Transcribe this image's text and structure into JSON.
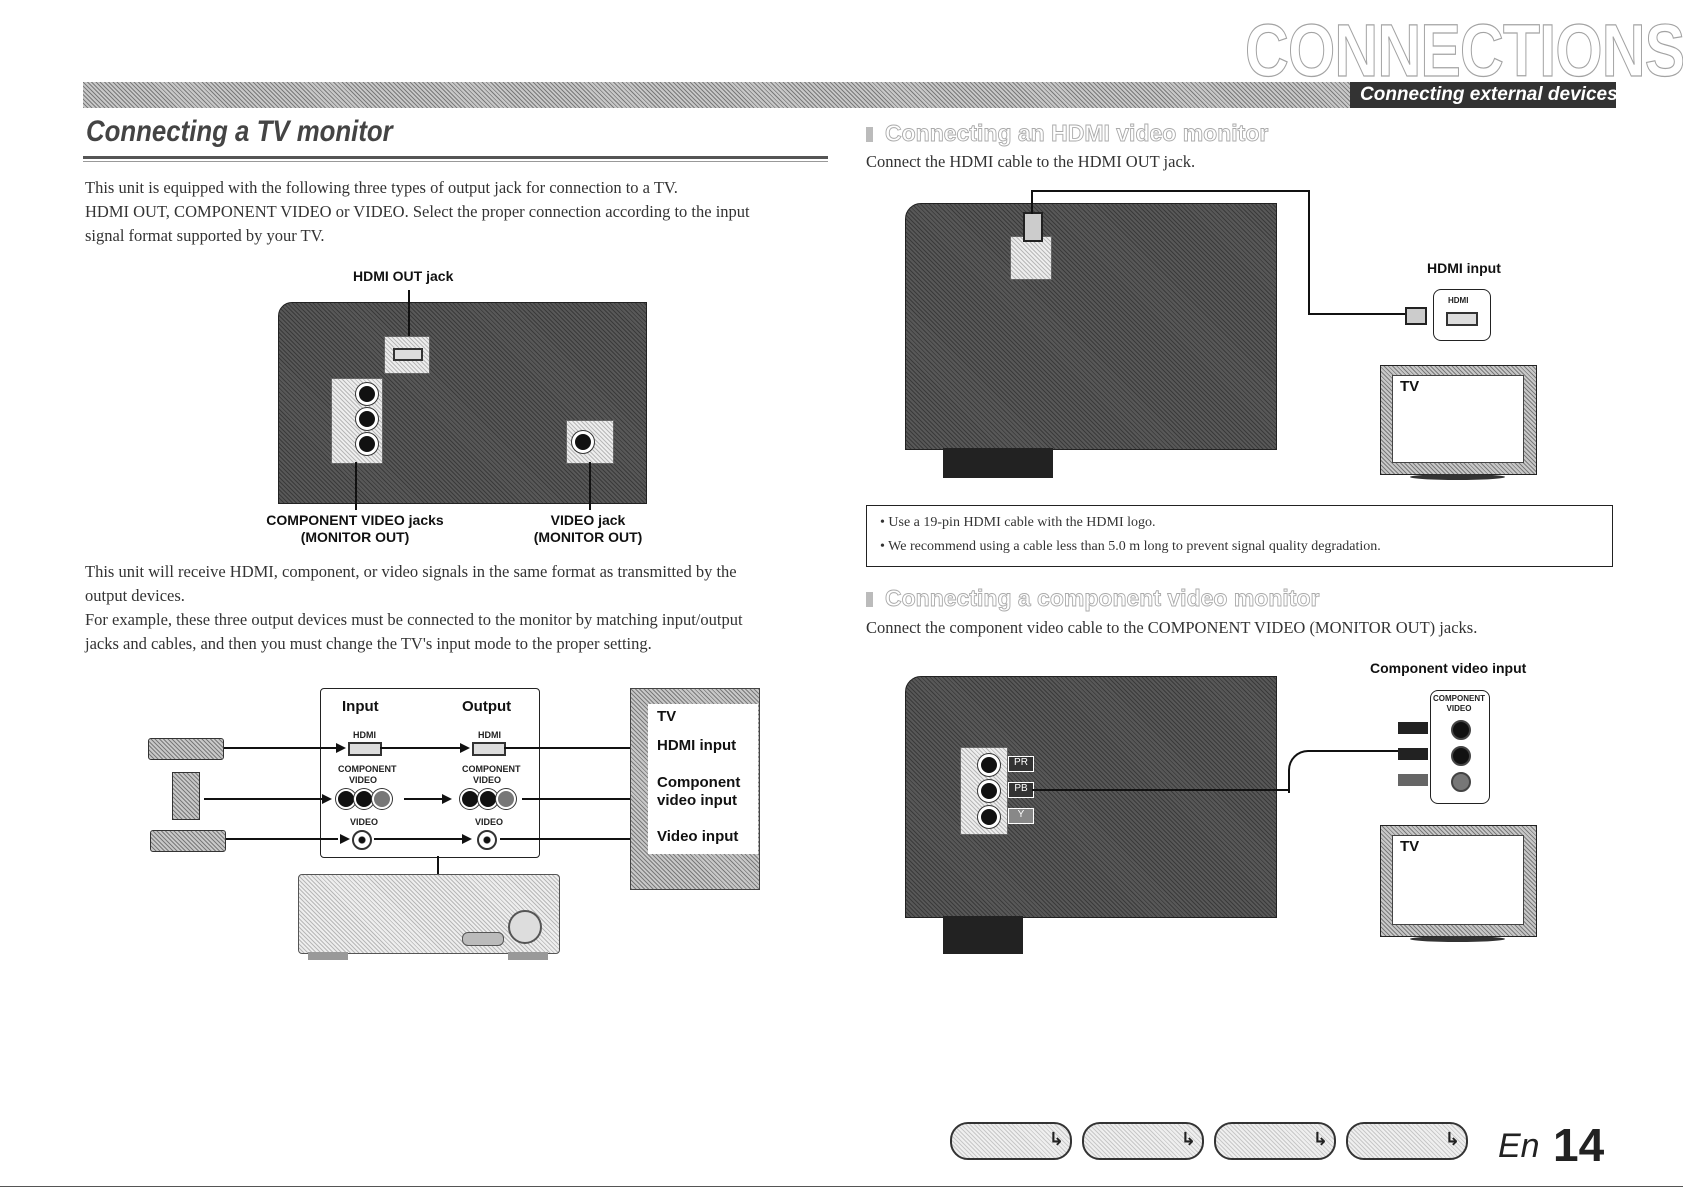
{
  "header": {
    "chapter": "CONNECTIONS",
    "subchapter": "Connecting external devices"
  },
  "left": {
    "title": "Connecting a TV monitor",
    "intro": [
      "This unit is equipped with the following three types of output jack for connection to a TV.",
      "HDMI OUT, COMPONENT VIDEO or VIDEO. Select the proper connection according to the input",
      "signal format supported by your TV."
    ],
    "fig1": {
      "hdmi_out_label": "HDMI OUT jack",
      "component_label_1": "COMPONENT VIDEO jacks",
      "component_label_2": "(MONITOR OUT)",
      "video_label_1": "VIDEO jack",
      "video_label_2": "(MONITOR OUT)"
    },
    "para2": [
      "This unit will receive HDMI, component, or video signals in the same format as transmitted by the",
      "output devices.",
      "For example, these three output devices must be connected to the monitor by matching input/output",
      "jacks and cables, and then you must change the TV's input mode to the proper setting."
    ],
    "fig2": {
      "input": "Input",
      "output": "Output",
      "hdmi_small": "HDMI",
      "component_small_1": "COMPONENT",
      "component_small_2": "VIDEO",
      "video_small": "VIDEO",
      "tv": "TV",
      "hdmi_input": "HDMI input",
      "component_input_1": "Component",
      "component_input_2": "video input",
      "video_input": "Video input"
    }
  },
  "right": {
    "hdmi_section": {
      "title": "Connecting an HDMI video monitor",
      "text": "Connect the HDMI cable to the HDMI OUT jack.",
      "hdmi_input_label": "HDMI input",
      "tv": "TV",
      "notes": [
        "Use a 19-pin HDMI cable with the HDMI logo.",
        "We recommend using a cable less than 5.0 m long to prevent signal quality degradation."
      ]
    },
    "component_section": {
      "title": "Connecting a component video monitor",
      "text": "Connect the component video cable to the COMPONENT VIDEO (MONITOR OUT) jacks.",
      "input_label": "Component video input",
      "tv": "TV",
      "jack_label_1": "COMPONENT",
      "jack_label_2": "VIDEO",
      "pr": "PR",
      "pb": "PB",
      "y": "Y"
    }
  },
  "footer": {
    "lang": "En",
    "page": "14"
  }
}
